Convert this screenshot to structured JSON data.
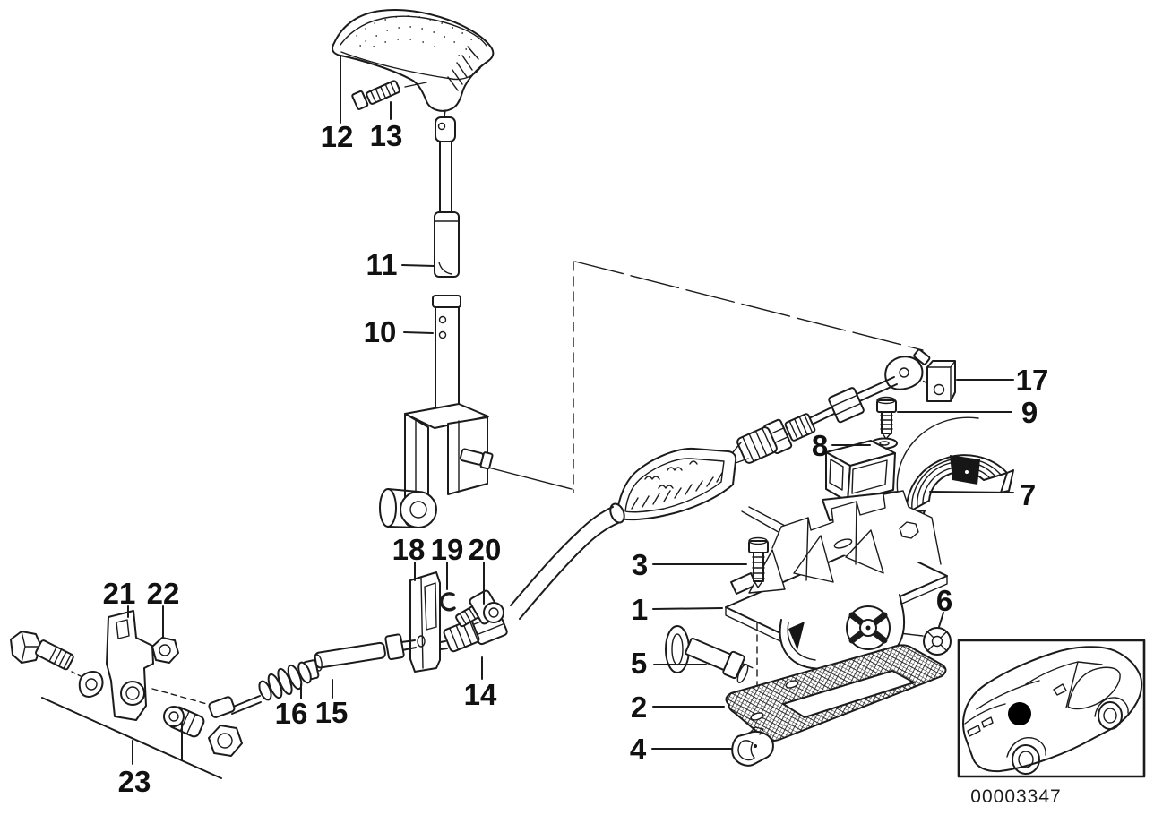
{
  "colors": {
    "background": "#ffffff",
    "line_art": "#1b1b1b",
    "label_text": "#111111",
    "highlight_dot": "#000000"
  },
  "drawing_number": "00003347",
  "parts": [
    {
      "label": "1"
    },
    {
      "label": "2"
    },
    {
      "label": "3"
    },
    {
      "label": "4"
    },
    {
      "label": "5"
    },
    {
      "label": "6"
    },
    {
      "label": "7"
    },
    {
      "label": "8"
    },
    {
      "label": "9"
    },
    {
      "label": "10"
    },
    {
      "label": "11"
    },
    {
      "label": "12"
    },
    {
      "label": "13"
    },
    {
      "label": "14"
    },
    {
      "label": "15"
    },
    {
      "label": "16"
    },
    {
      "label": "17"
    },
    {
      "label": "18"
    },
    {
      "label": "19"
    },
    {
      "label": "20"
    },
    {
      "label": "21"
    },
    {
      "label": "22"
    },
    {
      "label": "23"
    }
  ],
  "icons": {
    "car_inset": "bmw-sedan-3quarter-outline",
    "location_dot": "filled-circle-on-hood"
  }
}
